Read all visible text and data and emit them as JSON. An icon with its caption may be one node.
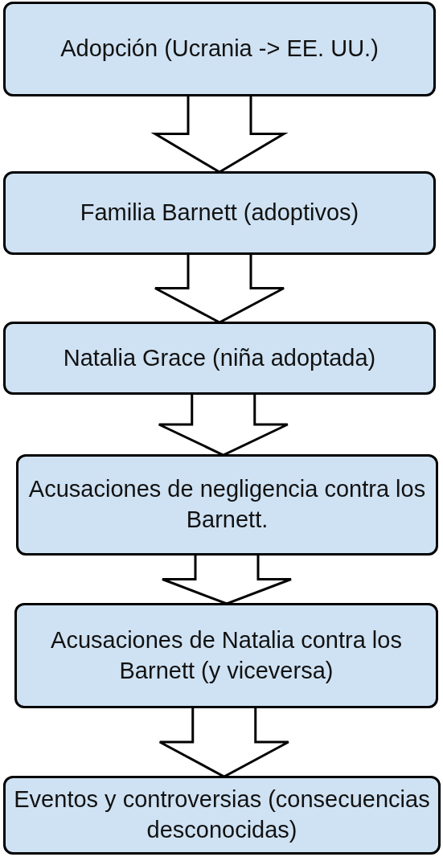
{
  "diagram": {
    "nodes": [
      {
        "text": [
          "Adopción (Ucrania -> EE. UU.)"
        ]
      },
      {
        "text": [
          "Familia Barnett (adoptivos)"
        ]
      },
      {
        "text": [
          "Natalia Grace (niña adoptada)"
        ]
      },
      {
        "text": [
          "Acusaciones de negligencia contra los Barnett."
        ]
      },
      {
        "text": [
          "Acusaciones de Natalia contra los Barnett (y viceversa)"
        ]
      },
      {
        "text": [
          "Eventos y controversias (consecuencias desconocidas)"
        ]
      }
    ],
    "edges": [
      {
        "from": 0,
        "to": 1,
        "arrow": "to"
      },
      {
        "from": 1,
        "to": 2,
        "arrow": "to"
      },
      {
        "from": 2,
        "to": 3,
        "arrow": "to"
      },
      {
        "from": 3,
        "to": 4,
        "arrow": "to"
      },
      {
        "from": 4,
        "to": 5,
        "arrow": "to"
      }
    ]
  }
}
